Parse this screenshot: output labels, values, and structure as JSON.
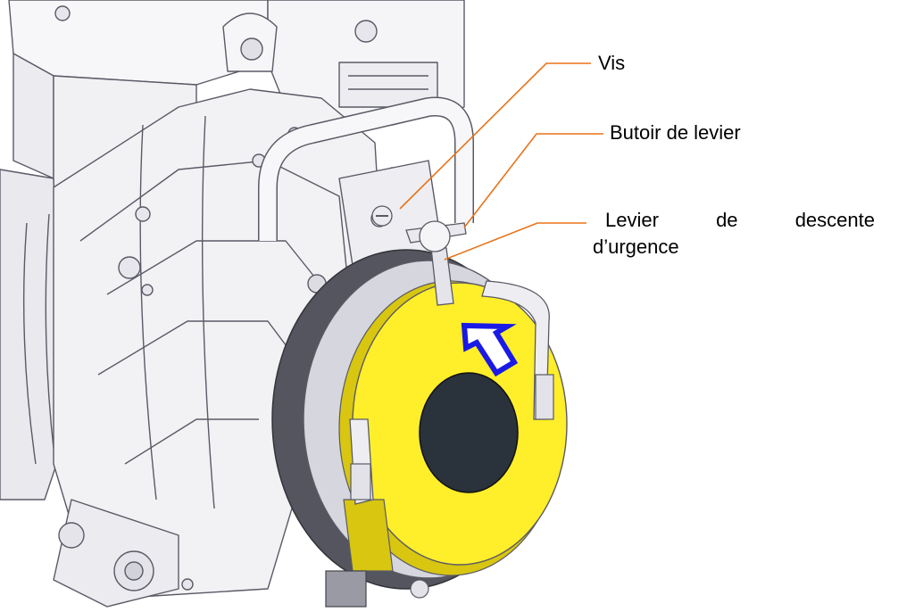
{
  "labels": {
    "screw": "Vis",
    "lever_stop": "Butoir de levier",
    "emergency_lever": {
      "word1": "Levier",
      "word2": "de",
      "word3": "descente",
      "line2": "d’urgence"
    }
  },
  "colors": {
    "callout_lines": "#e8731a",
    "direction_arrow": "#1a1ae6",
    "cover": "#ffee2a",
    "cover_shade": "#d8c610",
    "hole": "#2a323c",
    "body": "#f3f3f6",
    "edges": "#5a5a66",
    "gasket": "#555560"
  },
  "icons": {
    "direction_arrow": "arrow-icon"
  }
}
